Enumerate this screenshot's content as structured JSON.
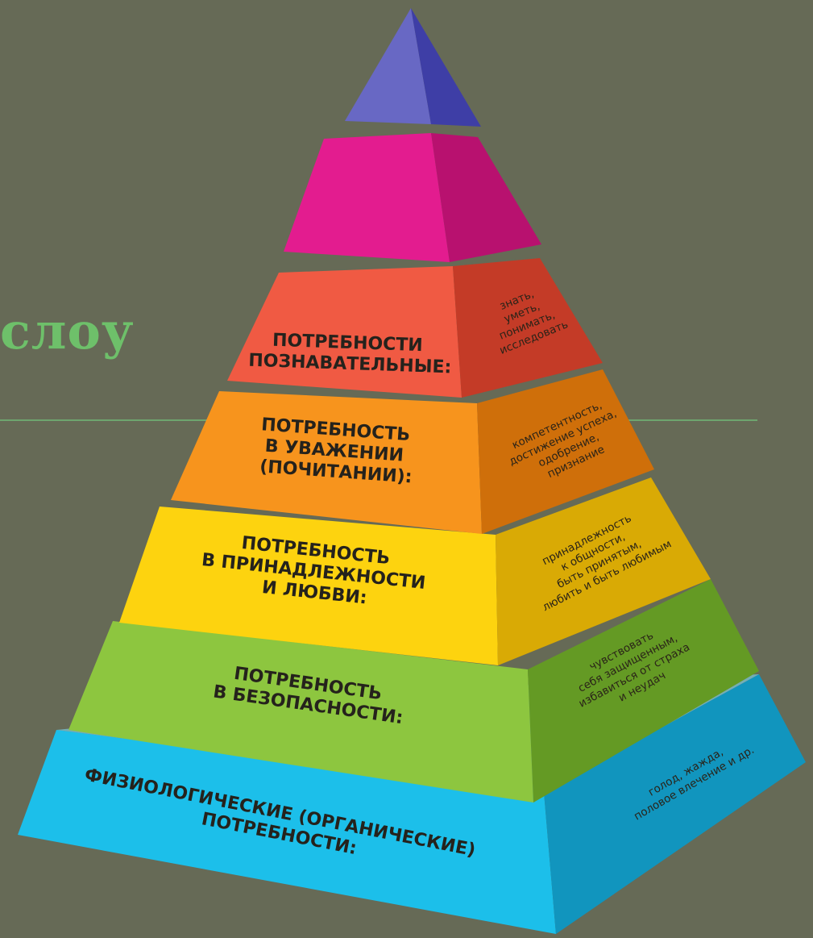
{
  "slide": {
    "title_fragment": "слоу"
  },
  "levels": [
    {
      "key": "physiological",
      "front_label": [
        "ФИЗИОЛОГИЧЕСКИЕ (ОРГАНИЧЕСКИЕ)",
        "ПОТРЕБНОСТИ:"
      ],
      "side_text": [
        "голод, жажда,",
        "половое влечение и др."
      ],
      "color": "#1cbfea",
      "side_color": "#1195be",
      "top_color": "#7fdcf5"
    },
    {
      "key": "safety",
      "front_label": [
        "ПОТРЕБНОСТЬ",
        "В БЕЗОПАСНОСТИ:"
      ],
      "side_text": [
        "чувствовать",
        "себя защищенным,",
        "избавиться от страха",
        "и неудач"
      ],
      "color": "#8dc63f",
      "side_color": "#649a24",
      "top_color": "#b6e07c"
    },
    {
      "key": "belonging",
      "front_label": [
        "ПОТРЕБНОСТЬ",
        "В ПРИНАДЛЕЖНОСТИ",
        "И ЛЮБВИ:"
      ],
      "side_text": [
        "принадлежность",
        "к общности,",
        "быть принятым,",
        "любить и быть любимым"
      ],
      "color": "#fdd30f",
      "side_color": "#d9aa05",
      "top_color": "#ffe77a"
    },
    {
      "key": "esteem",
      "front_label": [
        "ПОТРЕБНОСТЬ",
        "В УВАЖЕНИИ",
        "(ПОЧИТАНИИ):"
      ],
      "side_text": [
        "компетентность,",
        "достижение успеха,",
        "одобрение,",
        "признание"
      ],
      "color": "#f7941d",
      "side_color": "#cf6f0a",
      "top_color": "#fbc07a"
    },
    {
      "key": "cognitive",
      "front_label": [
        "ПОТРЕБНОСТИ",
        "ПОЗНАВАТЕЛЬНЫЕ:"
      ],
      "side_text": [
        "знать,",
        "уметь,",
        "понимать,",
        "исследовать"
      ],
      "color": "#f05a43",
      "side_color": "#c43b27",
      "top_color": "#f7a08f"
    },
    {
      "key": "aesthetic",
      "front_label": [],
      "side_text": [],
      "color": "#e31c8f",
      "side_color": "#b8116f",
      "top_color": "#f47bbf"
    },
    {
      "key": "apex",
      "front_label": [],
      "side_text": [],
      "color": "#6868c4",
      "side_color": "#3e3ea6",
      "top_color": "#9b9be0"
    }
  ],
  "colors": {
    "background": "#666a56",
    "title": "#6ec06a",
    "rule": "#6ea56e"
  }
}
